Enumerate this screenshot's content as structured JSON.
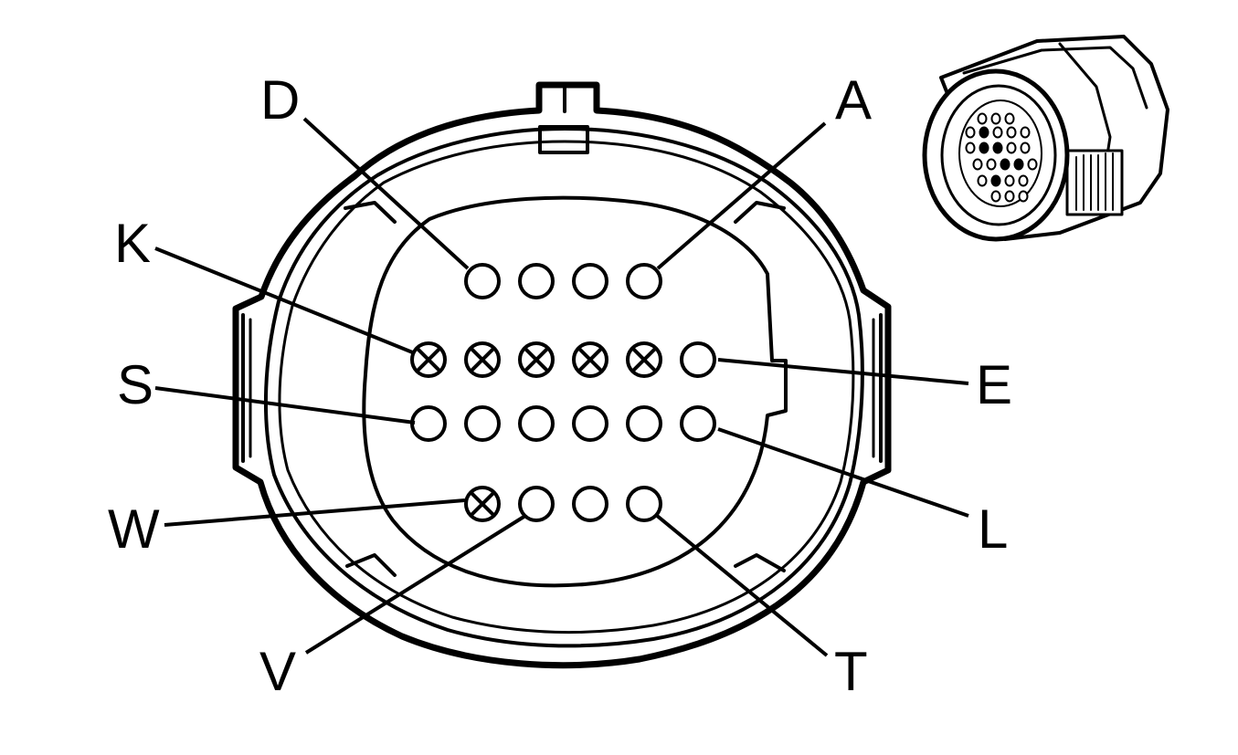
{
  "diagram": {
    "colors": {
      "line": "#000000",
      "background": "#ffffff"
    },
    "pin_labels": {
      "D": "D",
      "A": "A",
      "K": "K",
      "E": "E",
      "S": "S",
      "L": "L",
      "W": "W",
      "V": "V",
      "T": "T"
    },
    "cavity_rows": [
      [
        "open",
        "open",
        "open",
        "open"
      ],
      [
        "plugged",
        "plugged",
        "plugged",
        "plugged",
        "plugged",
        "open"
      ],
      [
        "open",
        "open",
        "open",
        "open",
        "open",
        "open"
      ],
      [
        "plugged",
        "open",
        "open",
        "open"
      ]
    ]
  }
}
